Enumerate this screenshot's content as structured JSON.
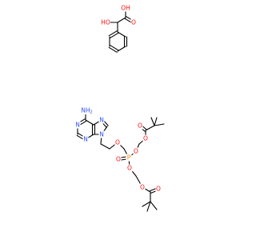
{
  "colors": {
    "bond": "#000000",
    "O": "#ff0d0d",
    "N": "#3050f8",
    "P": "#ff8000"
  },
  "labels": {
    "a_OH_acid": "OH",
    "a_O_acid": "O",
    "a_HO_alc": "HO",
    "a_NH2": "NH",
    "a_NH2_sub": "2",
    "a_N7": "N",
    "a_N1": "N",
    "a_N3": "N",
    "a_N9": "N",
    "a_O_ether": "O",
    "a_O_ester1": "O",
    "a_O_carb1": "O",
    "a_P": "P",
    "a_O_P": "O",
    "a_O_ester2": "O",
    "a_O_ester3": "O",
    "a_O_carb2": "O"
  }
}
